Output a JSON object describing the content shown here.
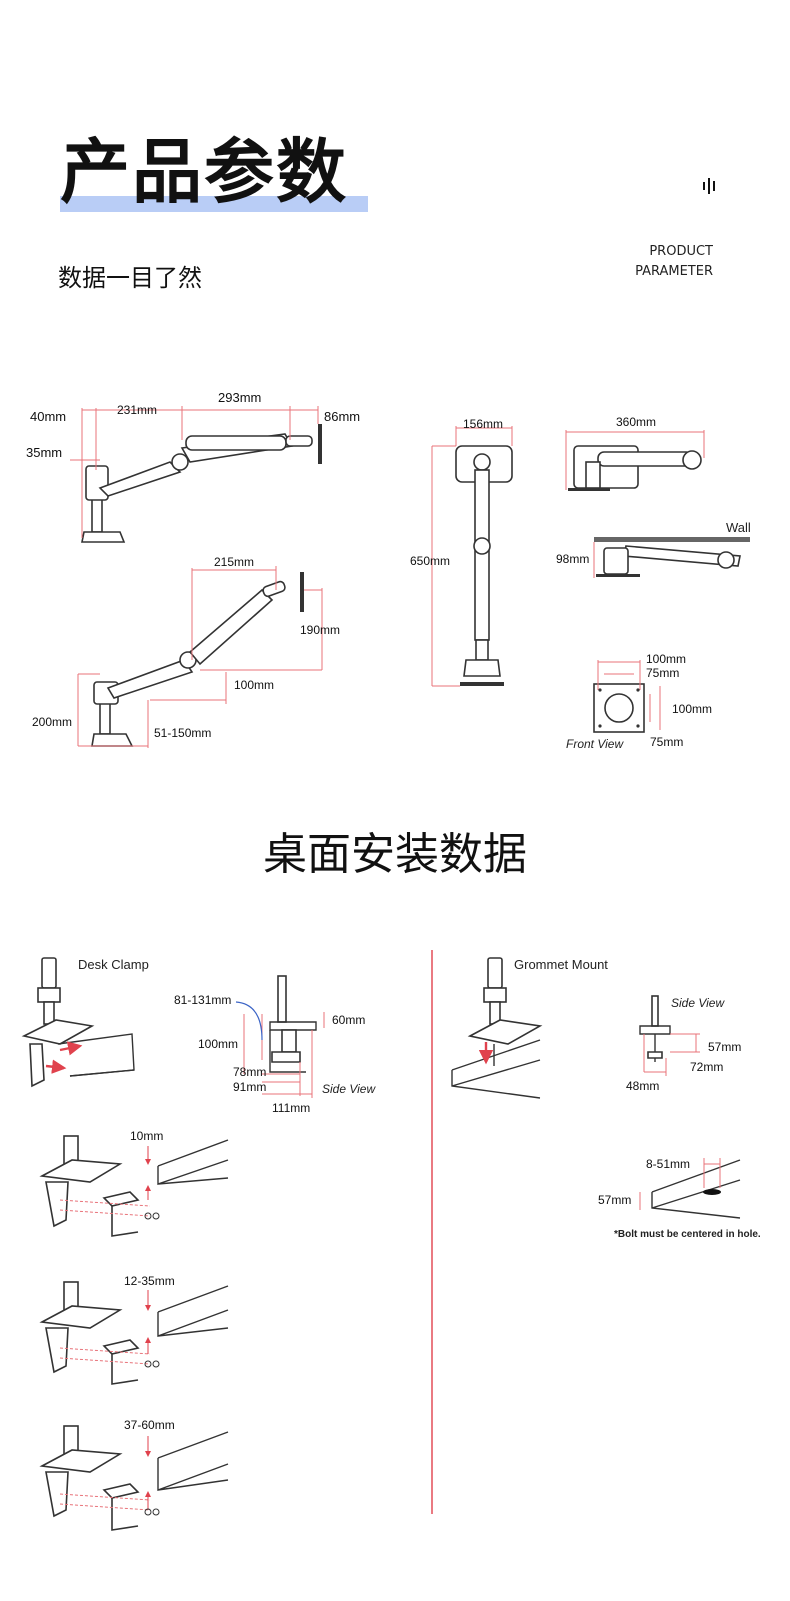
{
  "header": {
    "title": "产品参数",
    "subtitle": "数据一目了然",
    "en_line1": "PRODUCT",
    "en_line2": "PARAMETER",
    "accent_color": "#b9cdf6"
  },
  "arm_dimensions": {
    "d40": "40mm",
    "d35": "35mm",
    "d231": "231mm",
    "d293": "293mm",
    "d86": "86mm",
    "d215": "215mm",
    "d190": "190mm",
    "d100": "100mm",
    "d200": "200mm",
    "d51_150": "51-150mm"
  },
  "front_dimensions": {
    "d156": "156mm",
    "d650": "650mm",
    "d360": "360mm",
    "wall": "Wall",
    "d98": "98mm",
    "vesa_100_top": "100mm",
    "vesa_75_top": "75mm",
    "vesa_100_right": "100mm",
    "vesa_75_right": "75mm",
    "front_view": "Front View"
  },
  "section_title": "桌面安装数据",
  "desk_clamp": {
    "title": "Desk Clamp",
    "d81_131": "81-131mm",
    "d60": "60mm",
    "d100": "100mm",
    "d78": "78mm",
    "d91": "91mm",
    "d111": "111mm",
    "side_view": "Side View",
    "step1": "10mm",
    "step2": "12-35mm",
    "step3": "37-60mm"
  },
  "grommet": {
    "title": "Grommet Mount",
    "side_view": "Side View",
    "d57": "57mm",
    "d72": "72mm",
    "d48": "48mm",
    "d8_51": "8-51mm",
    "d57b": "57mm",
    "note": "*Bolt must be centered in hole."
  },
  "colors": {
    "dimension_line": "#e8737a",
    "divider": "#e0424d"
  }
}
